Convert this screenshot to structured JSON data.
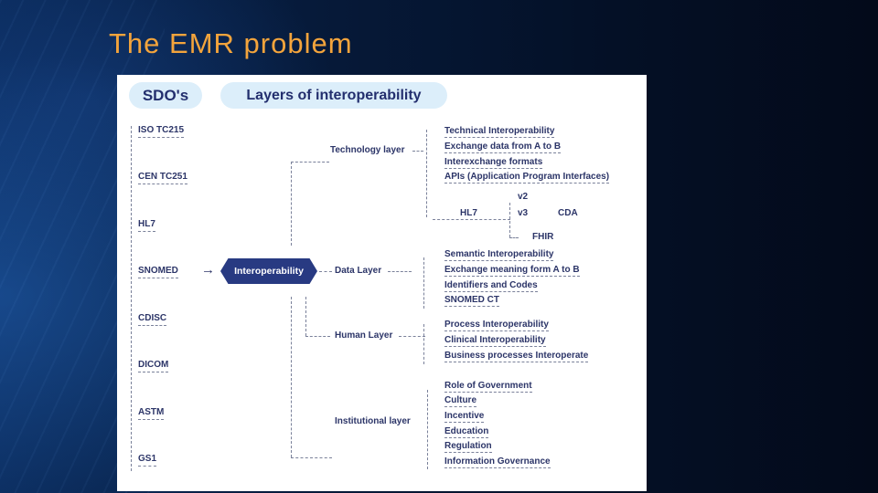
{
  "slide": {
    "title": "The EMR problem"
  },
  "diagram": {
    "sdo_header": "SDO's",
    "layers_header": "Layers of interoperability",
    "sdos": [
      "ISO TC215",
      "CEN TC251",
      "HL7",
      "SNOMED",
      "CDISC",
      "DICOM",
      "ASTM",
      "GS1"
    ],
    "arrow": "→",
    "center_node": "Interoperability",
    "layers": {
      "technology": {
        "label": "Technology layer",
        "items": [
          "Technical Interoperability",
          "Exchange data from A to B",
          "Interexchange formats",
          "APIs (Application Program Interfaces)"
        ],
        "hl7": {
          "root": "HL7",
          "v2": "v2",
          "v3": "v3",
          "cda": "CDA",
          "fhir": "FHIR"
        }
      },
      "data": {
        "label": "Data Layer",
        "items": [
          "Semantic Interoperability",
          "Exchange meaning form A to B",
          "Identifiers and Codes",
          "SNOMED CT"
        ]
      },
      "human": {
        "label": "Human Layer",
        "items": [
          "Process Interoperability",
          "Clinical Interoperability",
          "Business processes Interoperate"
        ]
      },
      "institutional": {
        "label": "Institutional layer",
        "items": [
          "Role of Government",
          "Culture",
          "Incentive",
          "Education",
          "Regulation",
          "Information Governance"
        ]
      }
    }
  }
}
